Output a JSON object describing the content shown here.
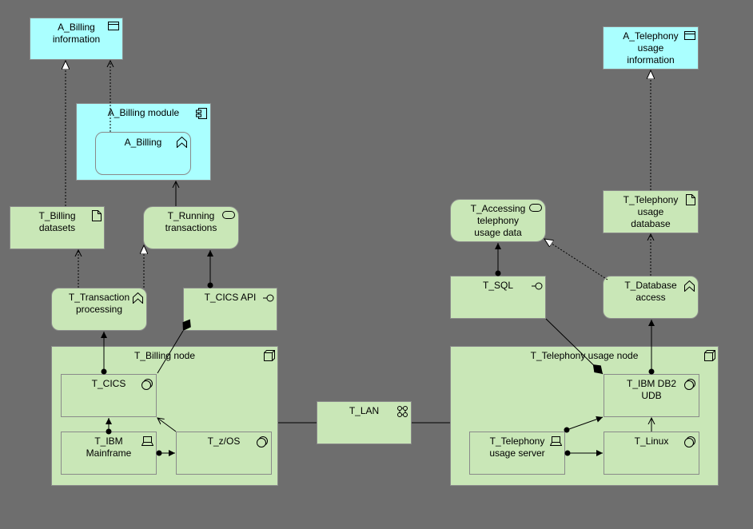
{
  "elements": {
    "billing_info": {
      "label": "A_Billing\ninformation"
    },
    "billing_module": {
      "label": "A_Billing module"
    },
    "billing_func": {
      "label": "A_Billing"
    },
    "billing_datasets": {
      "label": "T_Billing\ndatasets"
    },
    "running_tx": {
      "label": "T_Running\ntransactions"
    },
    "tx_processing": {
      "label": "T_Transaction\nprocessing"
    },
    "cics_api": {
      "label": "T_CICS API"
    },
    "billing_node": {
      "label": "T_Billing node"
    },
    "cics": {
      "label": "T_CICS"
    },
    "ibm_mainframe": {
      "label": "T_IBM\nMainframe"
    },
    "zos": {
      "label": "T_z/OS"
    },
    "lan": {
      "label": "T_LAN"
    },
    "telephony_info": {
      "label": "A_Telephony\nusage\ninformation"
    },
    "telephony_db": {
      "label": "T_Telephony\nusage\ndatabase"
    },
    "accessing_tel": {
      "label": "T_Accessing\ntelephony\nusage data"
    },
    "sql": {
      "label": "T_SQL"
    },
    "db_access": {
      "label": "T_Database\naccess"
    },
    "telephony_node": {
      "label": "T_Telephony usage node"
    },
    "ibm_db2": {
      "label": "T_IBM DB2\nUDB"
    },
    "telephony_server": {
      "label": "T_Telephony\nusage server"
    },
    "linux": {
      "label": "T_Linux"
    }
  },
  "colors": {
    "background": "#6e6e6e",
    "application": "#aaffff",
    "technology": "#c9e7b7",
    "border": "#8a8a8a"
  }
}
